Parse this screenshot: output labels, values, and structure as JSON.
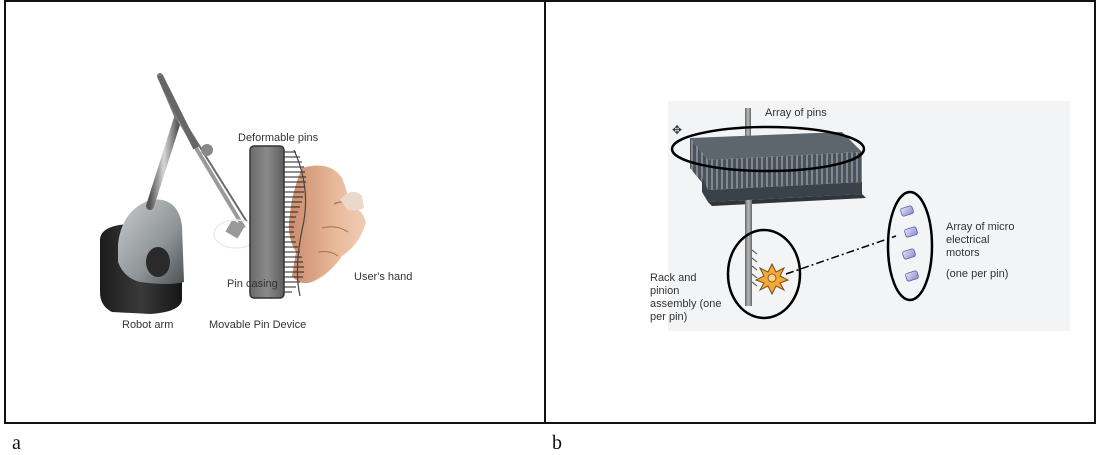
{
  "panel_a": {
    "letter": "a",
    "labels": {
      "deformable_pins": "Deformable pins",
      "pin_casing": "Pin casing",
      "users_hand": "User's hand",
      "robot_arm": "Robot arm",
      "movable_pin_device": "Movable Pin Device"
    }
  },
  "panel_b": {
    "letter": "b",
    "labels": {
      "array_of_pins": "Array of pins",
      "rack_pinion_1": "Rack and",
      "rack_pinion_2": "pinion",
      "rack_pinion_3": "assembly (one",
      "rack_pinion_4": "per pin)",
      "motors_1": "Array of micro",
      "motors_2": "electrical",
      "motors_3": "motors",
      "one_per_pin": "(one per pin)"
    }
  }
}
